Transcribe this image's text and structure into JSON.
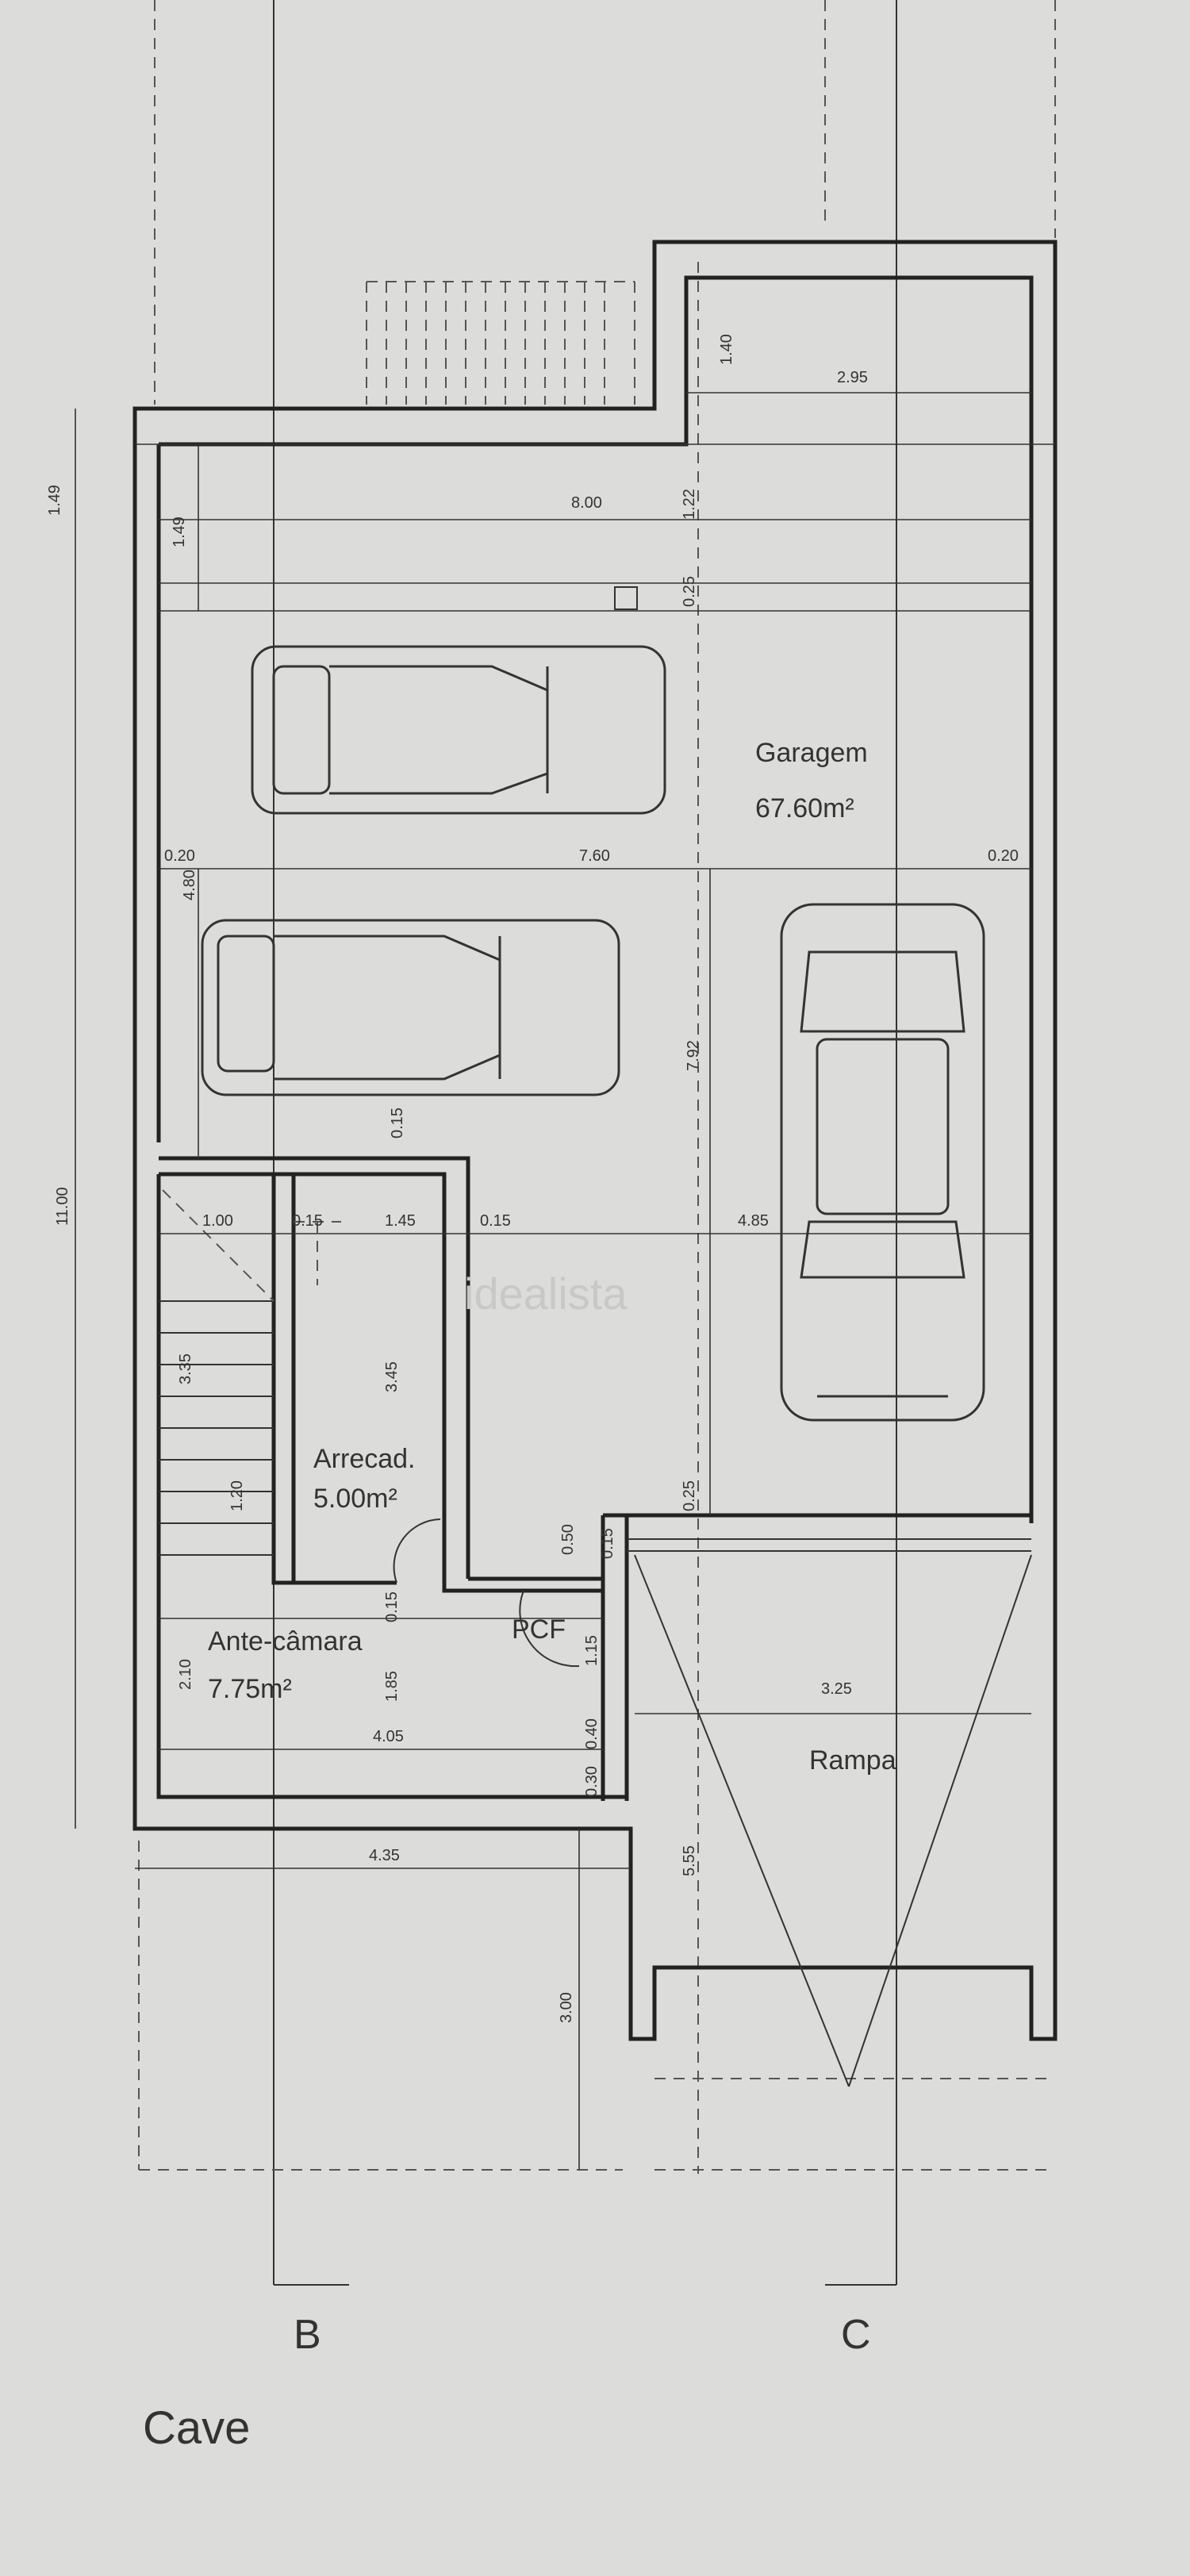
{
  "watermark": "idealista",
  "title": "Cave",
  "axes": {
    "left": "B",
    "right": "C"
  },
  "rooms": {
    "garagem": {
      "name": "Garagem",
      "area": "67.60m²"
    },
    "arrecadacao": {
      "name": "Arrecad.",
      "area": "5.00m²"
    },
    "antecamara": {
      "name": "Ante-câmara",
      "area": "7.75m²"
    },
    "pcf": "PCF",
    "rampa": "Rampa"
  },
  "dimensions": {
    "d_149_left": "1.49",
    "d_149_inner": "1.49",
    "d_140": "1.40",
    "d_295": "2.95",
    "d_800": "8.00",
    "d_122": "1.22",
    "d_025_top": "0.25",
    "d_020_left": "0.20",
    "d_760": "7.60",
    "d_020_right": "0.20",
    "d_480": "4.80",
    "d_1100": "11.00",
    "d_792": "7.92",
    "d_015_mid": "0.15",
    "d_100": "1.00",
    "d_015_a": "0.15",
    "d_145": "1.45",
    "d_015_b": "0.15",
    "d_485": "4.85",
    "d_335": "3.35",
    "d_345": "3.45",
    "d_120": "1.20",
    "d_025_ramp": "0.25",
    "d_050": "0.50",
    "d_015_c": "0.15",
    "d_015_d": "0.15",
    "d_210": "2.10",
    "d_185": "1.85",
    "d_115": "1.15",
    "d_325": "3.25",
    "d_405": "4.05",
    "d_040": "0.40",
    "d_030": "0.30",
    "d_555": "5.55",
    "d_435": "4.35",
    "d_300": "3.00"
  }
}
